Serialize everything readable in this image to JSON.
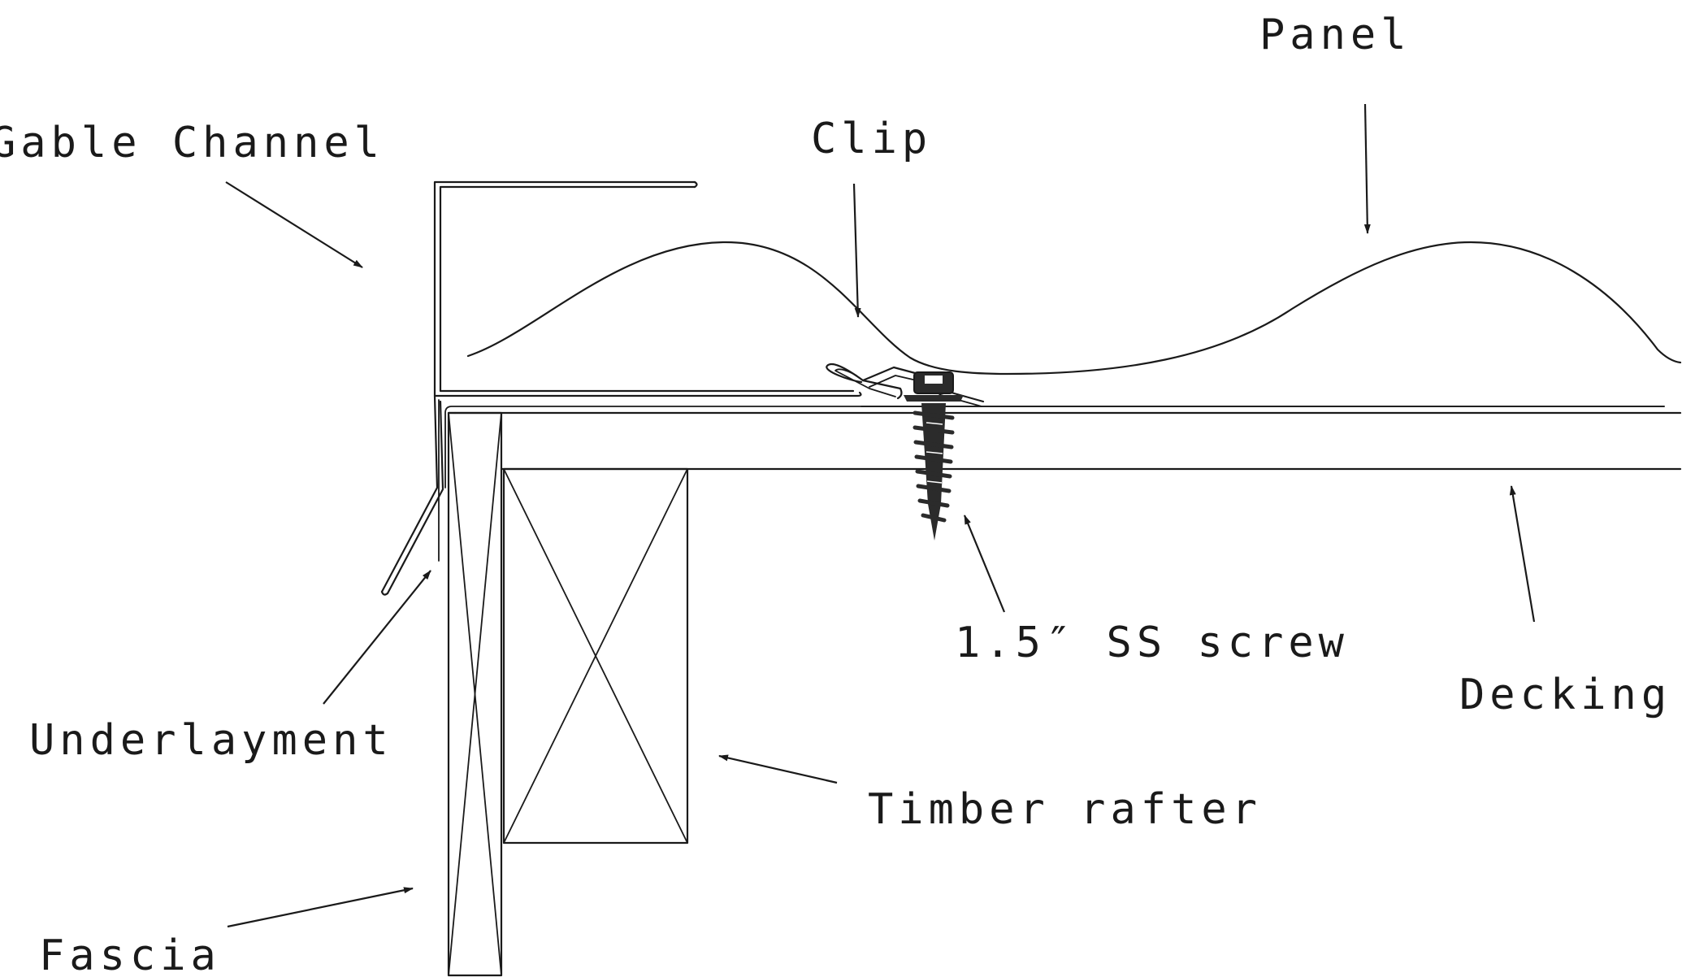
{
  "diagram": {
    "labels": {
      "panel": "Panel",
      "gable_channel": "Gable Channel",
      "clip": "Clip",
      "screw": "1.5″ SS screw",
      "decking": "Decking",
      "underlayment": "Underlayment",
      "timber_rafter": "Timber rafter",
      "fascia": "Fascia"
    },
    "colors": {
      "line": "#1a1a1a",
      "screw_fill": "#2b2b2b",
      "background": "#ffffff"
    }
  }
}
